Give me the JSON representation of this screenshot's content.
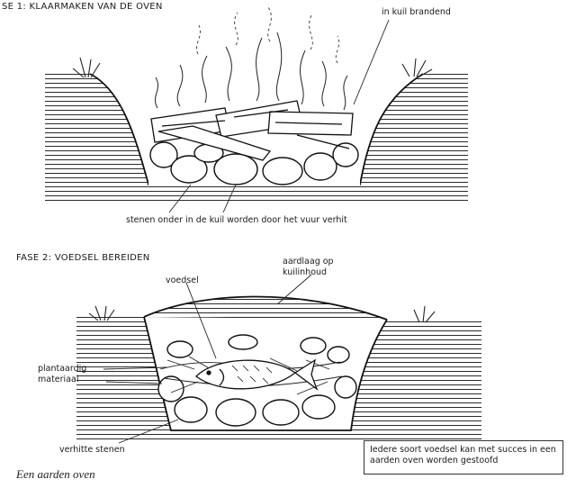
{
  "phase1": {
    "title": "SE 1: KLAARMAKEN VAN DE OVEN",
    "fire_label": "in kuil brandend",
    "stones_label": "stenen onder in de kuil worden door het vuur verhit"
  },
  "phase2": {
    "title": "FASE 2: VOEDSEL BEREIDEN",
    "food_label": "voedsel",
    "soil_label_line1": "aardlaag op",
    "soil_label_line2": "kuilinhoud",
    "plant_label_line1": "plantaardig",
    "plant_label_line2": "materiaal",
    "hot_stones_label": "verhitte stenen"
  },
  "note": "Iedere soort voedsel kan met succes in een aarden oven worden gestoofd",
  "caption": "Een aarden oven"
}
